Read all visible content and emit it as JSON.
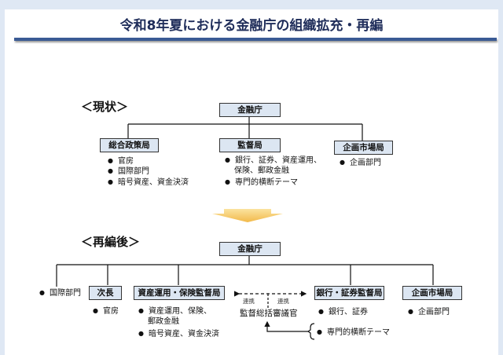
{
  "title": "令和8年夏における金融庁の組織拡充・再編",
  "current": {
    "heading": "＜現状＞",
    "root": "金融庁",
    "bureaus": [
      {
        "name": "総合政策局",
        "items": [
          "官房",
          "国際部門",
          "暗号資産、資金決済"
        ]
      },
      {
        "name": "監督局",
        "items": [
          "銀行、証券、資産運用、",
          "保険、郵政金融",
          "専門的横断テーマ"
        ]
      },
      {
        "name": "企画市場局",
        "items": [
          "企画部門"
        ]
      }
    ]
  },
  "after": {
    "heading": "＜再編後＞",
    "root": "金融庁",
    "intl": "国際部門",
    "deputy": {
      "name": "次長",
      "items": [
        "官房"
      ]
    },
    "am": {
      "name": "資産運用・保険監督局",
      "items": [
        "資産運用、保険、",
        "郵政金融",
        "暗号資産、資金決済"
      ]
    },
    "bank": {
      "name": "銀行・証券監督局",
      "items": [
        "銀行、証券"
      ]
    },
    "plan": {
      "name": "企画市場局",
      "items": [
        "企画部門"
      ]
    },
    "link_left": "連携",
    "link_right": "連携",
    "officer": "監督総括審議官",
    "cross": "専門的横断テーマ"
  },
  "colors": {
    "box": "#dce6f2",
    "title_bar": "#3a5a94",
    "arrow": "#f5c75a"
  }
}
